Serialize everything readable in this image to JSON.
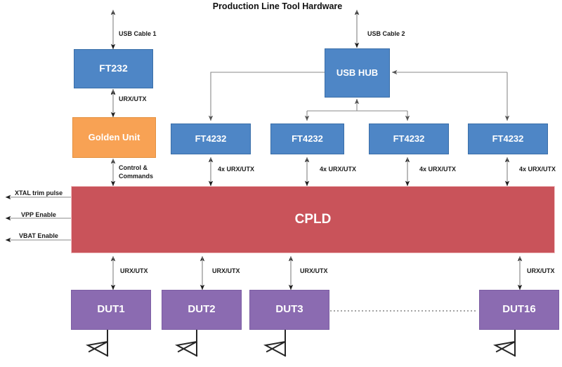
{
  "title": "Production Line Tool Hardware",
  "colors": {
    "blue": "#4e86c6",
    "orange": "#f8a254",
    "red": "#c9535a",
    "purple": "#8b6bb1",
    "wire": "#7f7f7f",
    "ground_wire": "#333333",
    "text_dark": "#1a1a1a"
  },
  "blocks": {
    "ft232": "FT232",
    "golden_unit": "Golden Unit",
    "usb_hub": "USB HUB",
    "ft4232_1": "FT4232",
    "ft4232_2": "FT4232",
    "ft4232_3": "FT4232",
    "ft4232_4": "FT4232",
    "cpld": "CPLD",
    "dut1": "DUT1",
    "dut2": "DUT2",
    "dut3": "DUT3",
    "dut16": "DUT16"
  },
  "edge_labels": {
    "usb_cable_1": "USB Cable 1",
    "usb_cable_2": "USB Cable 2",
    "urx_utx_golden": "URX/UTX",
    "control_commands_line1": "Control &",
    "control_commands_line2": "Commands",
    "quad_urx_utx_1": "4x URX/UTX",
    "quad_urx_utx_2": "4x URX/UTX",
    "quad_urx_utx_3": "4x URX/UTX",
    "quad_urx_utx_4": "4x URX/UTX",
    "xtal_trim_pulse": "XTAL trim pulse",
    "vpp_enable": "VPP Enable",
    "vbat_enable": "VBAT Enable",
    "urx_utx_dut1": "URX/UTX",
    "urx_utx_dut2": "URX/UTX",
    "urx_utx_dut3": "URX/UTX",
    "urx_utx_dut16": "URX/UTX"
  }
}
